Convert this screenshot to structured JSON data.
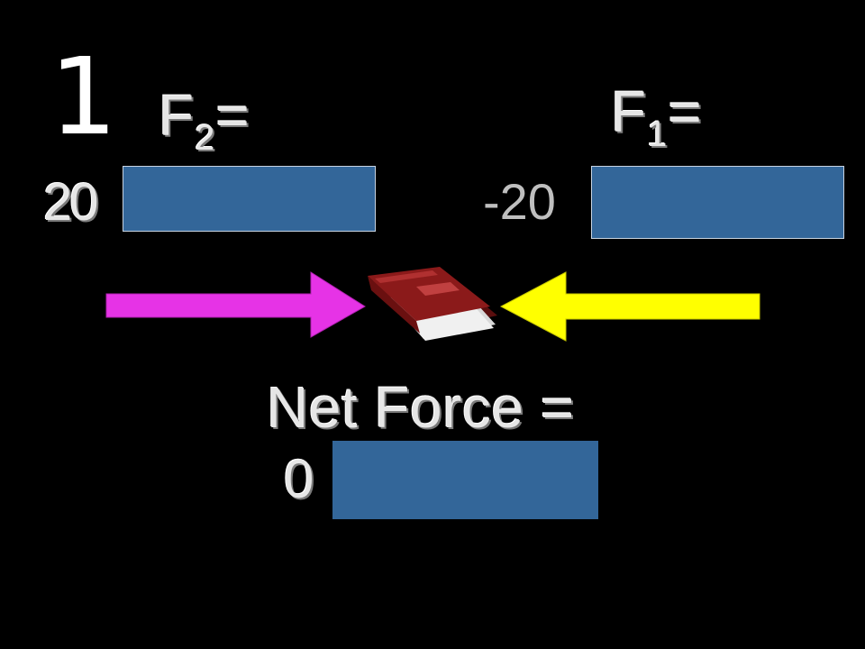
{
  "slide": {
    "number": "1"
  },
  "forces": {
    "f2": {
      "letter": "F",
      "subscript": "2",
      "equals": "=",
      "value": "20"
    },
    "f1": {
      "letter": "F",
      "subscript": "1",
      "equals": "=",
      "value": "-20"
    }
  },
  "net_force": {
    "label": "Net Force =",
    "value": "0"
  },
  "colors": {
    "background": "#000000",
    "answer_box": "#336699",
    "arrow_left": "#e633e6",
    "arrow_right": "#ffff00",
    "book": "#8b1a1a"
  },
  "icons": {
    "book": "book-icon",
    "arrow_right": "arrow-right-icon",
    "arrow_left": "arrow-left-icon"
  }
}
